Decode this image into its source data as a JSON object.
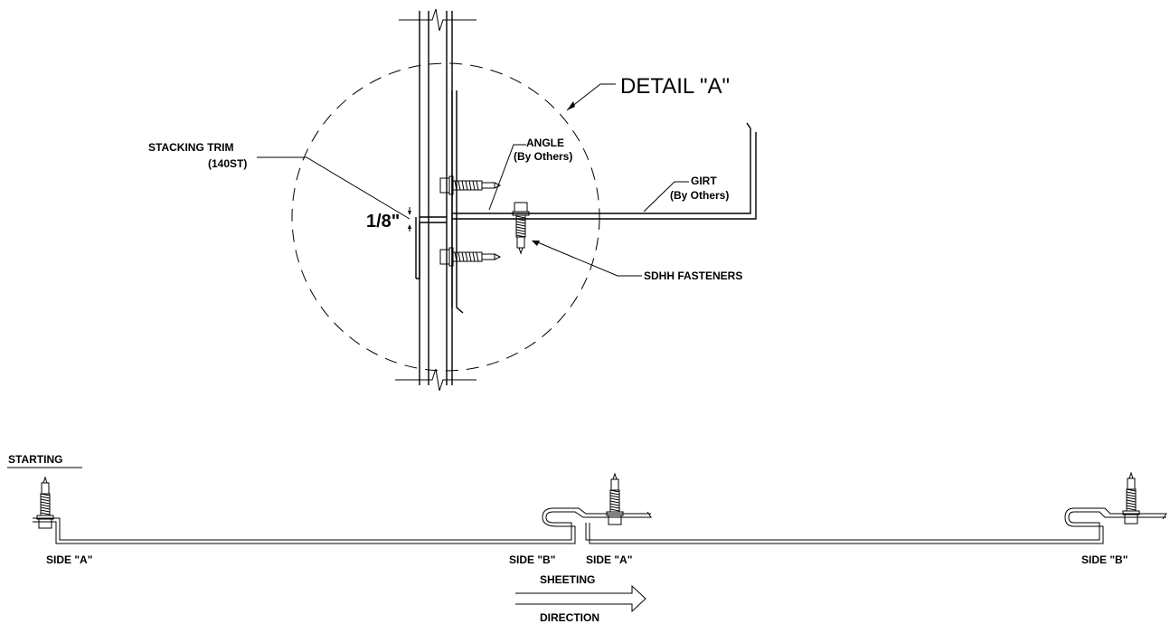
{
  "detail": {
    "title": "DETAIL \"A\"",
    "stacking_trim": "STACKING TRIM",
    "stacking_trim_code": "(140ST)",
    "angle": "ANGLE",
    "angle_note": "(By Others)",
    "girt": "GIRT",
    "girt_note": "(By Others)",
    "gap": "1/8\"",
    "fasteners": "SDHH FASTENERS"
  },
  "sheeting": {
    "starting": "STARTING",
    "side_a_1": "SIDE \"A\"",
    "side_b_1": "SIDE \"B\"",
    "side_a_2": "SIDE \"A\"",
    "side_b_2": "SIDE \"B\"",
    "direction_top": "SHEETING",
    "direction_bottom": "DIRECTION"
  }
}
